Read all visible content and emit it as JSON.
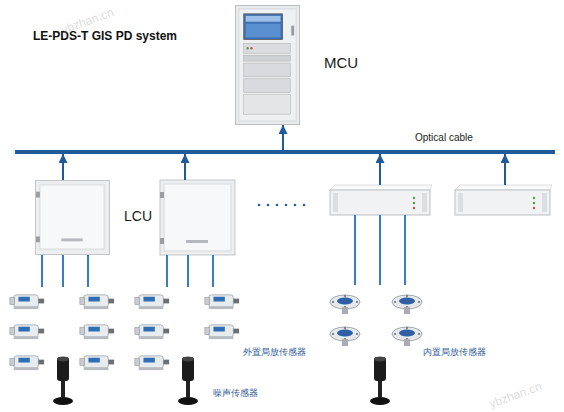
{
  "diagram": {
    "title": "LE-PDS-T GIS PD system",
    "nodes": [
      {
        "text": [
          "MCU"
        ]
      },
      {
        "text": [
          "Optical cable"
        ]
      },
      {
        "text": [
          "LCU"
        ]
      }
    ],
    "edges": [
      {
        "from": 2,
        "to": 1,
        "arrow": "to"
      },
      {
        "from": 1,
        "to": 0,
        "arrow": "to"
      }
    ],
    "labels": [
      "外置局放传感器",
      "噪声传感器",
      "内置局放传感器",
      "ybzhan.cn",
      "ybzhan.cn"
    ]
  }
}
